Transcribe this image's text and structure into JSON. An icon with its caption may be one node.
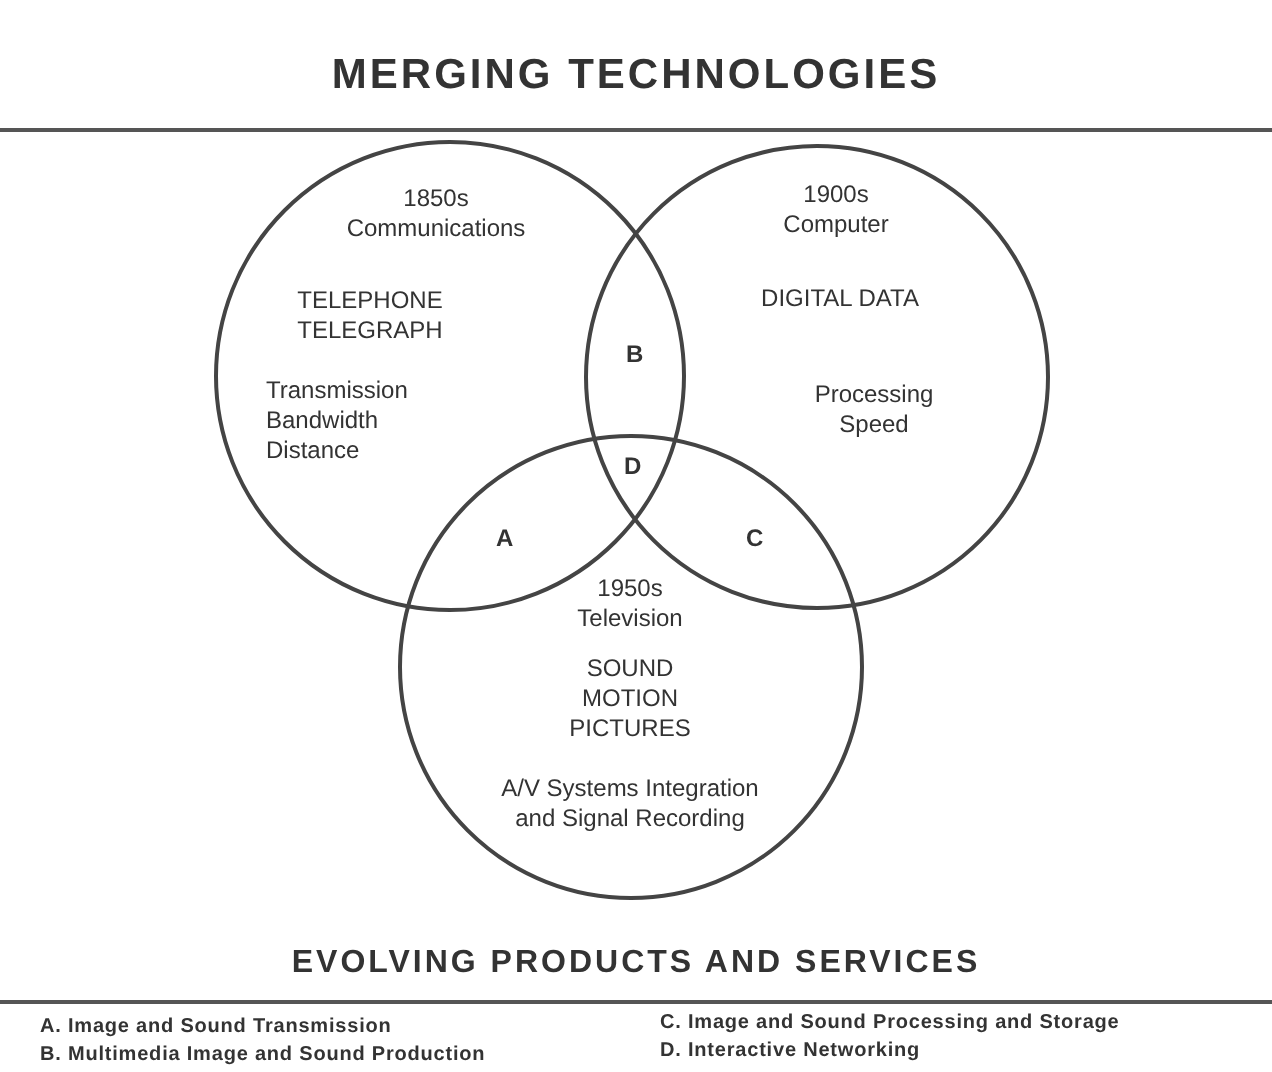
{
  "diagram": {
    "title": "MERGING TECHNOLOGIES",
    "nodes": [
      {
        "text": [
          "1850s Communications",
          "TELEPHONE TELEGRAPH",
          "Transmission Bandwidth Distance"
        ]
      },
      {
        "text": [
          "1900s Computer",
          "DIGITAL DATA",
          "Processing Speed"
        ]
      },
      {
        "text": [
          "1950s Television",
          "SOUND MOTION PICTURES",
          "A/V Systems Integration and Signal Recording"
        ]
      }
    ],
    "labels": [
      "B",
      "D",
      "A",
      "C",
      "EVOLVING PRODUCTS AND SERVICES",
      "A. Image and Sound Transmission",
      "C. Image and Sound Processing and Storage",
      "B. Multimedia Image and Sound Production",
      "D. Interactive Networking"
    ]
  }
}
